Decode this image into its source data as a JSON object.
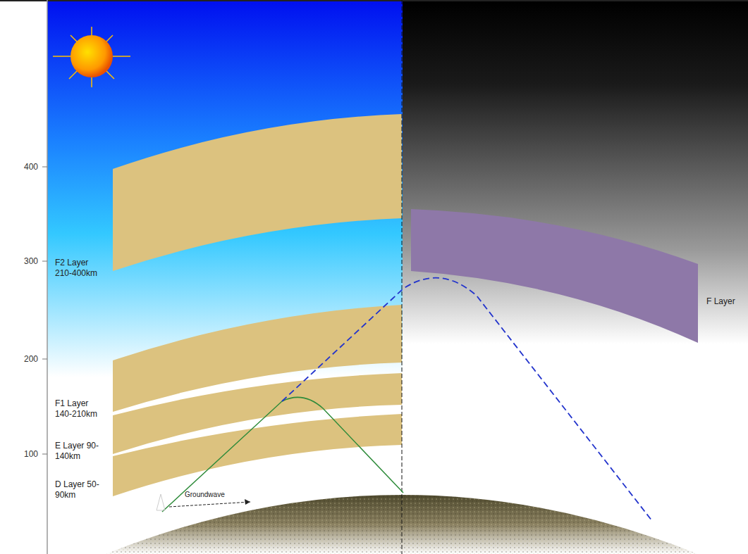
{
  "diagram": {
    "nodes": [
      {
        "text": [
          "F2 Layer 210-400km"
        ]
      },
      {
        "text": [
          "F1 Layer 140-210km"
        ]
      },
      {
        "text": [
          "E Layer 90-140km"
        ]
      },
      {
        "text": [
          "D Layer 50-90km"
        ]
      },
      {
        "text": [
          "F Layer"
        ]
      }
    ],
    "labels": [
      "400",
      "300",
      "200",
      "100",
      "Groundwave"
    ]
  }
}
